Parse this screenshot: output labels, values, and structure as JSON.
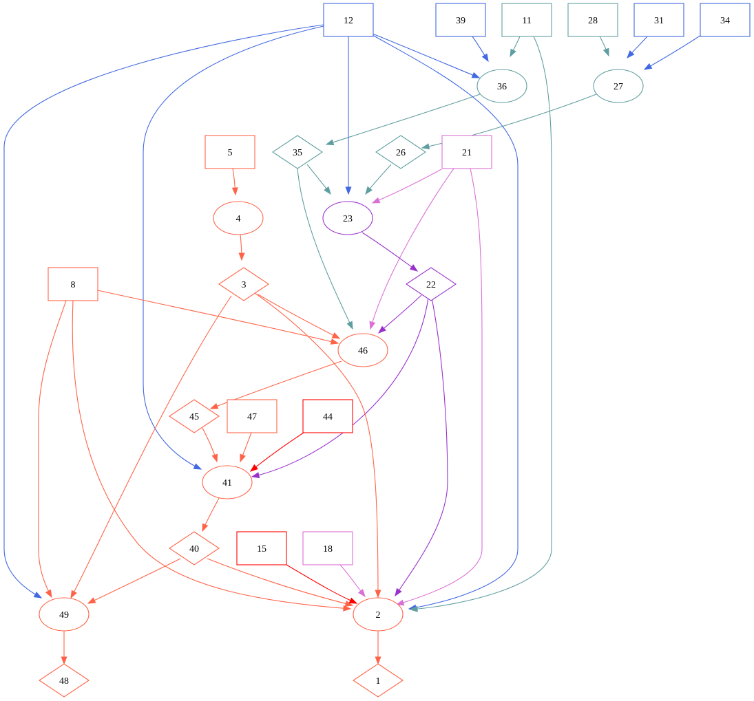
{
  "colors": {
    "blue": "#4169e1",
    "teal": "#5f9ea0",
    "tomato": "#ff6347",
    "red": "#ff0000",
    "orchid": "#da70d6",
    "purple": "#9932cc"
  },
  "nodes": [
    {
      "id": "12",
      "label": "12",
      "shape": "box",
      "color": "blue"
    },
    {
      "id": "39",
      "label": "39",
      "shape": "box",
      "color": "blue"
    },
    {
      "id": "11",
      "label": "11",
      "shape": "box",
      "color": "teal"
    },
    {
      "id": "28",
      "label": "28",
      "shape": "box",
      "color": "teal"
    },
    {
      "id": "31",
      "label": "31",
      "shape": "box",
      "color": "blue"
    },
    {
      "id": "34",
      "label": "34",
      "shape": "box",
      "color": "blue"
    },
    {
      "id": "36",
      "label": "36",
      "shape": "ellipse",
      "color": "teal"
    },
    {
      "id": "27",
      "label": "27",
      "shape": "ellipse",
      "color": "teal"
    },
    {
      "id": "5",
      "label": "5",
      "shape": "box",
      "color": "tomato"
    },
    {
      "id": "35",
      "label": "35",
      "shape": "diamond",
      "color": "teal"
    },
    {
      "id": "26",
      "label": "26",
      "shape": "diamond",
      "color": "teal"
    },
    {
      "id": "21",
      "label": "21",
      "shape": "box",
      "color": "orchid"
    },
    {
      "id": "4",
      "label": "4",
      "shape": "ellipse",
      "color": "tomato"
    },
    {
      "id": "23",
      "label": "23",
      "shape": "ellipse",
      "color": "purple"
    },
    {
      "id": "8",
      "label": "8",
      "shape": "box",
      "color": "tomato"
    },
    {
      "id": "3",
      "label": "3",
      "shape": "diamond",
      "color": "tomato"
    },
    {
      "id": "22",
      "label": "22",
      "shape": "diamond",
      "color": "purple"
    },
    {
      "id": "46",
      "label": "46",
      "shape": "ellipse",
      "color": "tomato"
    },
    {
      "id": "45",
      "label": "45",
      "shape": "diamond",
      "color": "tomato"
    },
    {
      "id": "47",
      "label": "47",
      "shape": "box",
      "color": "tomato"
    },
    {
      "id": "44",
      "label": "44",
      "shape": "box",
      "color": "red"
    },
    {
      "id": "41",
      "label": "41",
      "shape": "ellipse",
      "color": "tomato"
    },
    {
      "id": "40",
      "label": "40",
      "shape": "diamond",
      "color": "tomato"
    },
    {
      "id": "15",
      "label": "15",
      "shape": "box",
      "color": "red"
    },
    {
      "id": "18",
      "label": "18",
      "shape": "box",
      "color": "orchid"
    },
    {
      "id": "49",
      "label": "49",
      "shape": "ellipse",
      "color": "tomato"
    },
    {
      "id": "2",
      "label": "2",
      "shape": "ellipse",
      "color": "tomato"
    },
    {
      "id": "48",
      "label": "48",
      "shape": "diamond",
      "color": "tomato"
    },
    {
      "id": "1",
      "label": "1",
      "shape": "diamond",
      "color": "tomato"
    }
  ],
  "edges": [
    {
      "from": "12",
      "to": "36",
      "color": "blue"
    },
    {
      "from": "39",
      "to": "36",
      "color": "blue"
    },
    {
      "from": "11",
      "to": "36",
      "color": "teal"
    },
    {
      "from": "28",
      "to": "27",
      "color": "teal"
    },
    {
      "from": "31",
      "to": "27",
      "color": "blue"
    },
    {
      "from": "34",
      "to": "27",
      "color": "blue"
    },
    {
      "from": "36",
      "to": "35",
      "color": "teal"
    },
    {
      "from": "27",
      "to": "26",
      "color": "teal"
    },
    {
      "from": "12",
      "to": "23",
      "color": "blue"
    },
    {
      "from": "12",
      "to": "49",
      "color": "blue"
    },
    {
      "from": "12",
      "to": "41",
      "color": "blue"
    },
    {
      "from": "12",
      "to": "2",
      "color": "blue"
    },
    {
      "from": "11",
      "to": "2",
      "color": "teal"
    },
    {
      "from": "5",
      "to": "4",
      "color": "tomato"
    },
    {
      "from": "4",
      "to": "3",
      "color": "tomato"
    },
    {
      "from": "35",
      "to": "23",
      "color": "teal"
    },
    {
      "from": "35",
      "to": "46",
      "color": "teal"
    },
    {
      "from": "26",
      "to": "23",
      "color": "teal"
    },
    {
      "from": "21",
      "to": "23",
      "color": "orchid"
    },
    {
      "from": "21",
      "to": "46",
      "color": "orchid"
    },
    {
      "from": "21",
      "to": "2",
      "color": "orchid"
    },
    {
      "from": "23",
      "to": "22",
      "color": "purple"
    },
    {
      "from": "22",
      "to": "46",
      "color": "purple"
    },
    {
      "from": "22",
      "to": "41",
      "color": "purple"
    },
    {
      "from": "22",
      "to": "2",
      "color": "purple"
    },
    {
      "from": "8",
      "to": "46",
      "color": "tomato"
    },
    {
      "from": "8",
      "to": "49",
      "color": "tomato"
    },
    {
      "from": "8",
      "to": "2",
      "color": "tomato"
    },
    {
      "from": "3",
      "to": "46",
      "color": "tomato"
    },
    {
      "from": "3",
      "to": "49",
      "color": "tomato"
    },
    {
      "from": "3",
      "to": "2",
      "color": "tomato"
    },
    {
      "from": "46",
      "to": "45",
      "color": "tomato"
    },
    {
      "from": "45",
      "to": "41",
      "color": "tomato"
    },
    {
      "from": "47",
      "to": "41",
      "color": "tomato"
    },
    {
      "from": "44",
      "to": "41",
      "color": "red"
    },
    {
      "from": "41",
      "to": "40",
      "color": "tomato"
    },
    {
      "from": "40",
      "to": "49",
      "color": "tomato"
    },
    {
      "from": "40",
      "to": "2",
      "color": "tomato"
    },
    {
      "from": "15",
      "to": "2",
      "color": "red"
    },
    {
      "from": "18",
      "to": "2",
      "color": "orchid"
    },
    {
      "from": "49",
      "to": "48",
      "color": "tomato"
    },
    {
      "from": "2",
      "to": "1",
      "color": "tomato"
    }
  ]
}
